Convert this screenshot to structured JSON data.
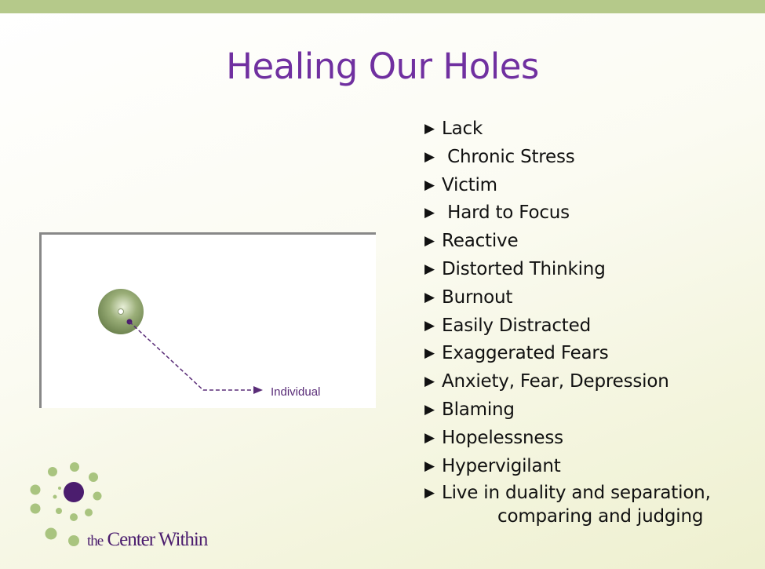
{
  "slide": {
    "title": "Healing Our Holes",
    "bullet_icon": "triangle-right-icon",
    "bullets": [
      "Lack",
      " Chronic Stress",
      "Victim",
      " Hard to Focus",
      "Reactive",
      "Distorted Thinking",
      "Burnout",
      "Easily Distracted",
      "Exaggerated Fears",
      "Anxiety, Fear, Depression",
      "Blaming",
      "Hopelessness",
      "Hypervigilant"
    ],
    "last_bullet": {
      "line1": "Live in duality and separation,",
      "line2": "comparing and judging"
    },
    "diagram": {
      "label": "Individual"
    },
    "logo": {
      "the": "the",
      "name": "Center Within"
    },
    "colors": {
      "title": "#7030a0",
      "accent_green": "#b5c98a",
      "logo_purple": "#4b1d6e"
    }
  }
}
